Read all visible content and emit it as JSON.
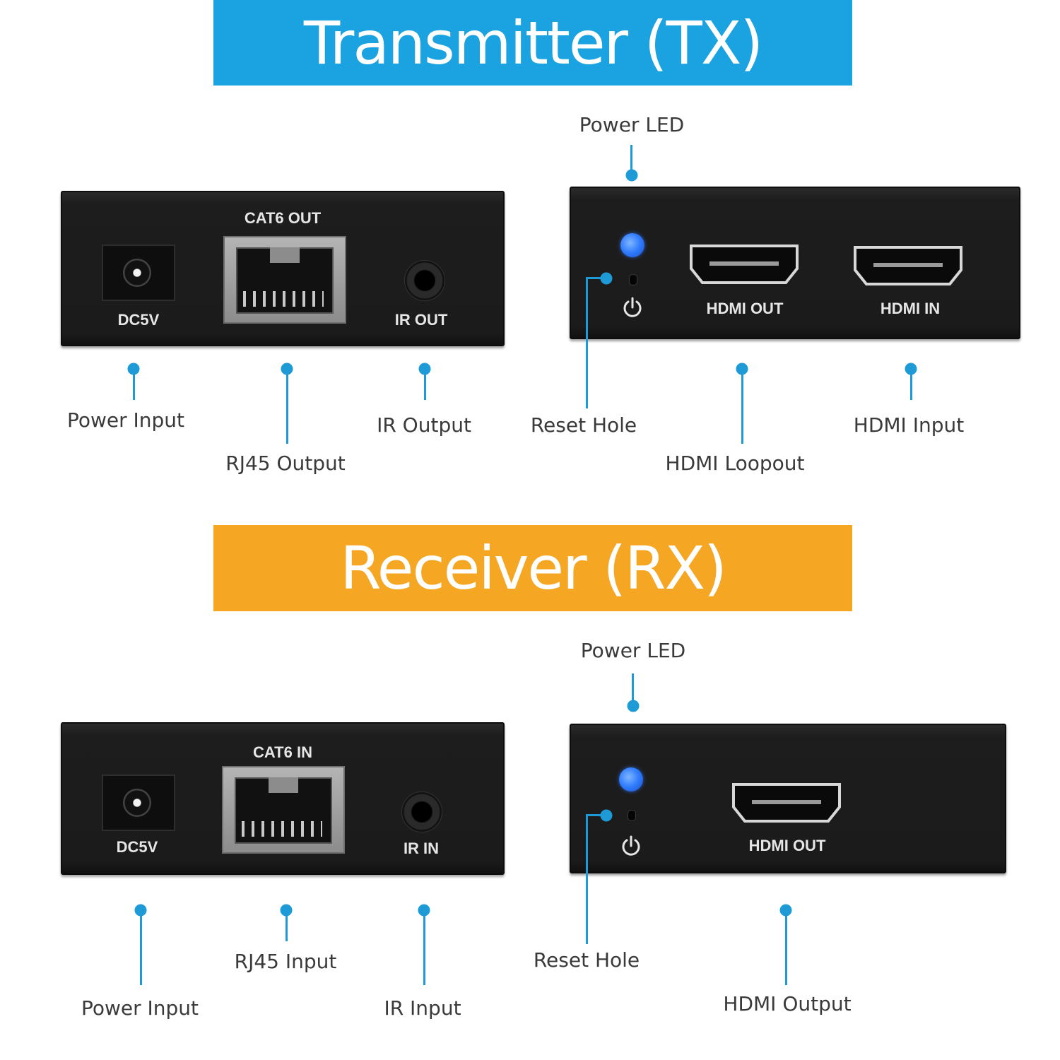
{
  "transmitter": {
    "banner_title": "Transmitter (TX)",
    "banner_color": "#1aa3e0",
    "rear_panel": {
      "labels": {
        "cat6": "CAT6 OUT",
        "dc": "DC5V",
        "ir": "IR OUT"
      }
    },
    "front_panel": {
      "labels": {
        "hdmi_out": "HDMI OUT",
        "hdmi_in": "HDMI IN"
      }
    },
    "callouts": {
      "power_led": "Power LED",
      "power_input": "Power Input",
      "rj45": "RJ45 Output",
      "ir": "IR Output",
      "reset_hole": "Reset Hole",
      "hdmi_loopout": "HDMI Loopout",
      "hdmi_input": "HDMI Input"
    }
  },
  "receiver": {
    "banner_title": "Receiver (RX)",
    "banner_color": "#f5a623",
    "rear_panel": {
      "labels": {
        "cat6": "CAT6 IN",
        "dc": "DC5V",
        "ir": "IR IN"
      }
    },
    "front_panel": {
      "labels": {
        "hdmi_out": "HDMI OUT"
      }
    },
    "callouts": {
      "power_led": "Power LED",
      "power_input": "Power Input",
      "rj45": "RJ45 Input",
      "ir": "IR Input",
      "reset_hole": "Reset Hole",
      "hdmi_output": "HDMI Output"
    }
  },
  "colors": {
    "callout_line": "#1e9ad6",
    "led": "#2f7bff",
    "device_body": "#1b1b1b"
  },
  "icons": [
    "power-icon",
    "hdmi-port-icon",
    "rj45-port-icon",
    "dc-jack-icon",
    "audio-jack-icon"
  ]
}
